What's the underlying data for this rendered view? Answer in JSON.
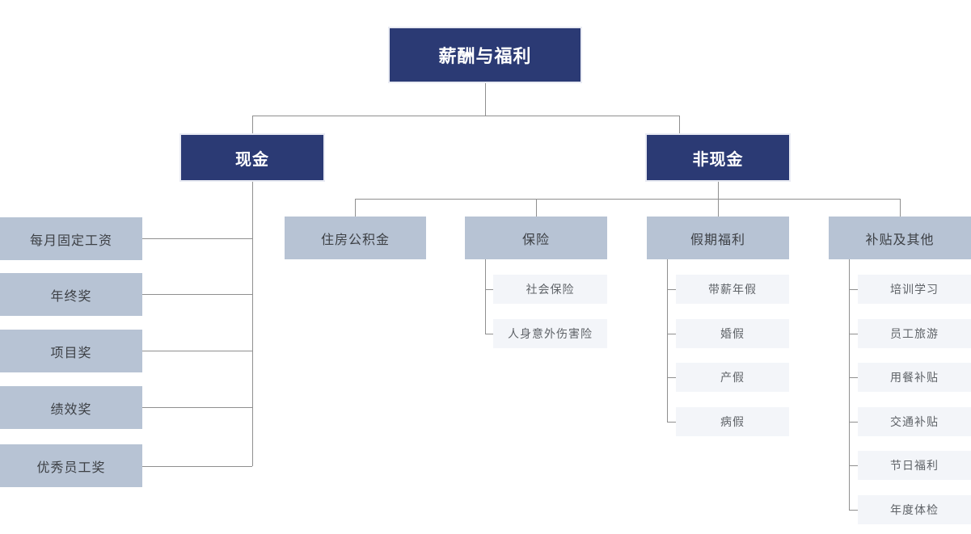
{
  "tree": {
    "root": "薪酬与福利",
    "cash": {
      "label": "现金",
      "items": [
        "每月固定工资",
        "年终奖",
        "项目奖",
        "绩效奖",
        "优秀员工奖"
      ]
    },
    "noncash": {
      "label": "非现金",
      "groups": [
        {
          "label": "住房公积金",
          "items": []
        },
        {
          "label": "保险",
          "items": [
            "社会保险",
            "人身意外伤害险"
          ]
        },
        {
          "label": "假期福利",
          "items": [
            "带薪年假",
            "婚假",
            "产假",
            "病假"
          ]
        },
        {
          "label": "补贴及其他",
          "items": [
            "培训学习",
            "员工旅游",
            "用餐补贴",
            "交通补贴",
            "节日福利",
            "年度体检"
          ]
        }
      ]
    }
  },
  "colors": {
    "primary": "#2b3a74",
    "secondary": "#b7c3d4",
    "tertiary": "#f3f5f9",
    "line": "#8f8f8f",
    "text_on_secondary": "#3d4045",
    "text_on_tertiary": "#5f6368"
  }
}
